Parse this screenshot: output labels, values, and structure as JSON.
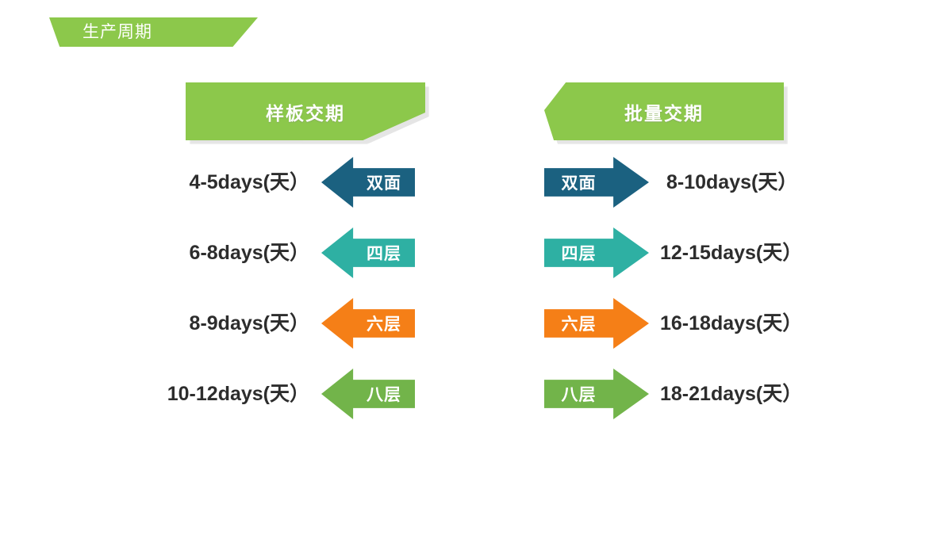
{
  "slide": {
    "title": "生产周期",
    "background": "#FFFFFF",
    "title_banner_color": "#8CC84B",
    "header_banner_color": "#8CC84B",
    "days_text_color": "#2D2D2D"
  },
  "columns": [
    {
      "id": "sample-lead-time",
      "header": "样板交期",
      "arrow_direction": "left",
      "rows": [
        {
          "layer": "双面",
          "days": "4-5days(天）",
          "color": "#1B6180"
        },
        {
          "layer": "四层",
          "days": "6-8days(天）",
          "color": "#2EB0A3"
        },
        {
          "layer": "六层",
          "days": "8-9days(天）",
          "color": "#F57F17"
        },
        {
          "layer": "八层",
          "days": "10-12days(天）",
          "color": "#72B44A"
        }
      ]
    },
    {
      "id": "batch-lead-time",
      "header": "批量交期",
      "arrow_direction": "right",
      "rows": [
        {
          "layer": "双面",
          "days": "8-10days(天）",
          "color": "#1B6180"
        },
        {
          "layer": "四层",
          "days": "12-15days(天）",
          "color": "#2EB0A3"
        },
        {
          "layer": "六层",
          "days": "16-18days(天）",
          "color": "#F57F17"
        },
        {
          "layer": "八层",
          "days": "18-21days(天）",
          "color": "#72B44A"
        }
      ]
    }
  ]
}
